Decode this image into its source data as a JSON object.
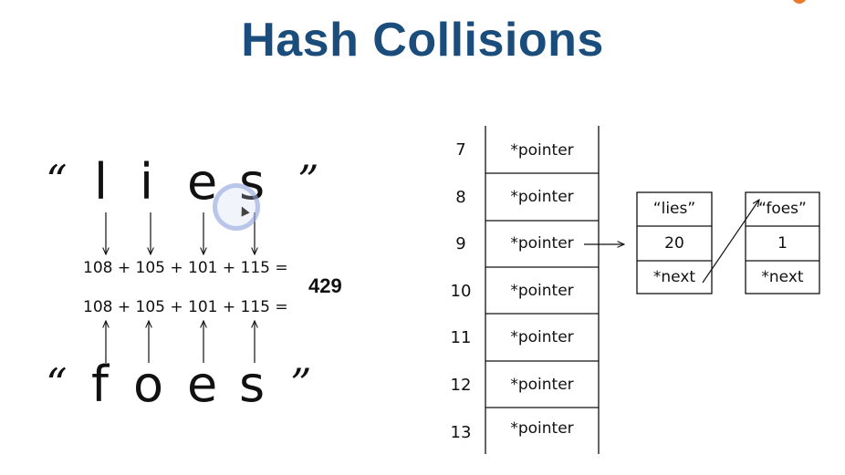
{
  "title": "Hash Collisions",
  "word1": {
    "open_quote": "“",
    "letters": [
      "l",
      "i",
      "e",
      "s"
    ],
    "close_quote": "”"
  },
  "word2": {
    "open_quote": "“",
    "letters": [
      "f",
      "o",
      "e",
      "s"
    ],
    "close_quote": "”"
  },
  "sum1": "108 + 105 + 101 + 115 =",
  "sum2": "108 + 105 + 101 + 115 =",
  "total": "429",
  "table": {
    "indices": [
      "7",
      "8",
      "9",
      "10",
      "11",
      "12",
      "13"
    ],
    "cells": [
      "*pointer",
      "*pointer",
      "*pointer",
      "*pointer",
      "*pointer",
      "*pointer",
      "*pointer"
    ]
  },
  "nodes": [
    {
      "key": "“lies”",
      "value": "20",
      "next": "*next"
    },
    {
      "key": "“foes”",
      "value": "1",
      "next": "*next"
    }
  ],
  "colors": {
    "title": "#1a4d7c",
    "accent": "#e87a2a"
  }
}
